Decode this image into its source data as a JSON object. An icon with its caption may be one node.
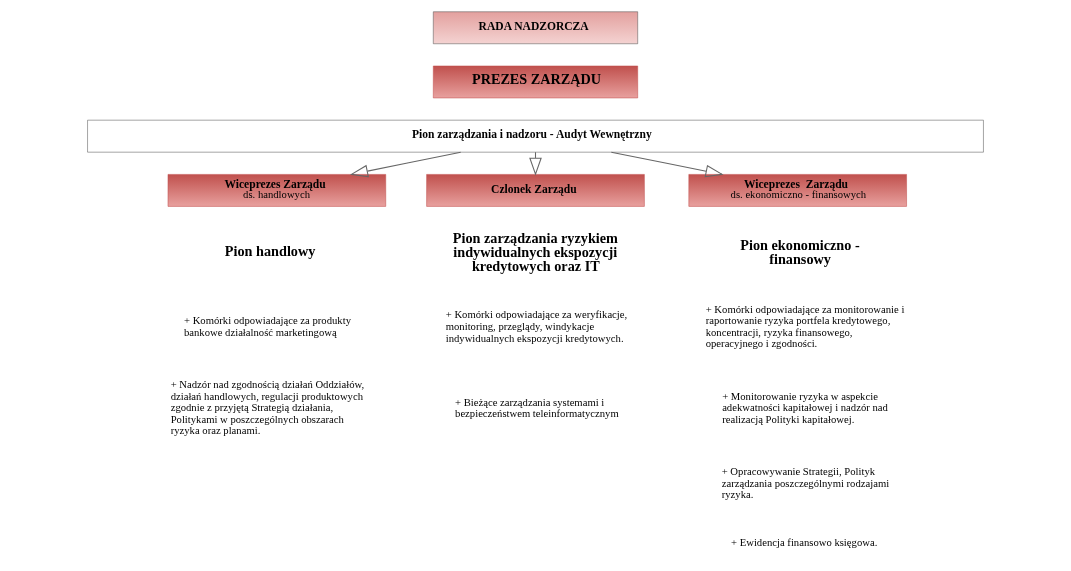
{
  "diagram": {
    "nodes": [
      {
        "text": [
          "RADA NADZORCZA"
        ]
      },
      {
        "text": [
          "PREZES ZARZĄDU"
        ]
      },
      {
        "text": [
          "Pion zarządzania i nadzoru - Audyt Wewnętrzny"
        ]
      },
      {
        "text": [
          "Wiceprezes Zarządu",
          "ds. handlowych"
        ]
      },
      {
        "text": [
          "Czlonek Zarządu"
        ]
      },
      {
        "text": [
          "Wiceprezes  Zarządu",
          "ds. ekonomiczno - finansowych"
        ]
      }
    ],
    "edges": [
      {
        "from": 2,
        "to": 3,
        "arrow": "to"
      },
      {
        "from": 2,
        "to": 4,
        "arrow": "to"
      },
      {
        "from": 2,
        "to": 5,
        "arrow": "to"
      }
    ],
    "labels": [
      "Pion handlowy",
      "Pion zarządzania ryzykiem indywidualnych ekspozycji kredytowych oraz IT",
      "Pion ekonomiczno - finansowy",
      "+ Komórki odpowiadające za produkty bankowe działalność marketingową",
      "+ Nadzór nad zgodnością działań Oddziałów, działań handlowych, regulacji produktowych zgodnie z przyjętą Strategią działania, Politykami w poszczególnych obszarach ryzyka oraz planami.",
      "+ Komórki odpowiadające za weryfikacje, monitoring, przeglądy, windykacje indywidualnych ekspozycji kredytowych.",
      "+ Bieżące zarządzania systemami i bezpieczeństwem teleinformatycznym",
      "+ Komórki odpowiadające za monitorowanie i raportowanie ryzyka portfela kredytowego, koncentracji, ryzyka finansowego, operacyjnego i zgodności.",
      "+ Monitorowanie ryzyka w aspekcie adekwatności kapitałowej i nadzór nad realizacją Polityki kapitałowej.",
      "+ Opracowywanie Strategii, Polityk zarządzania poszczególnymi rodzajami ryzyka.",
      "+ Ewidencja finansowo księgowa."
    ]
  }
}
